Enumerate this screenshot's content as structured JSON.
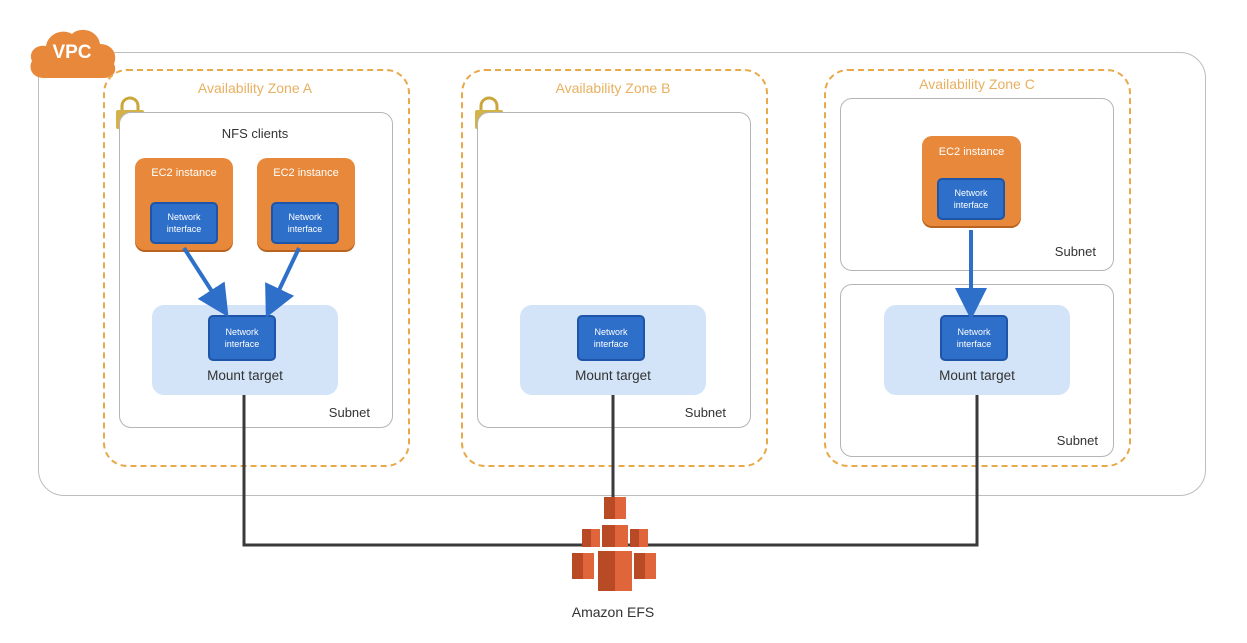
{
  "vpc": {
    "label": "VPC"
  },
  "zones": {
    "a": {
      "title": "Availability Zone A",
      "nfs_clients": "NFS clients",
      "subnet": "Subnet",
      "ec2_1": "EC2 instance",
      "ec2_2": "EC2 instance",
      "ni_1": "Network\ninterface",
      "ni_2": "Network\ninterface",
      "ni_mt": "Network\ninterface",
      "mount_target": "Mount target"
    },
    "b": {
      "title": "Availability Zone B",
      "subnet": "Subnet",
      "ni_mt": "Network\ninterface",
      "mount_target": "Mount target"
    },
    "c": {
      "title": "Availability Zone C",
      "subnet_top": "Subnet",
      "subnet_bottom": "Subnet",
      "ec2": "EC2 instance",
      "ni": "Network\ninterface",
      "ni_mt": "Network\ninterface",
      "mount_target": "Mount target"
    }
  },
  "efs": {
    "label": "Amazon EFS"
  },
  "colors": {
    "az_border": "#e8a94a",
    "ec2": "#e8883a",
    "network_interface": "#2e6fc9",
    "mount_target": "#d3e4f8",
    "arrow": "#2e6fc9",
    "efs": "#e0653a"
  },
  "icons": {
    "vpc": "cloud-icon",
    "lock": "lock-icon",
    "efs": "efs-icon"
  }
}
